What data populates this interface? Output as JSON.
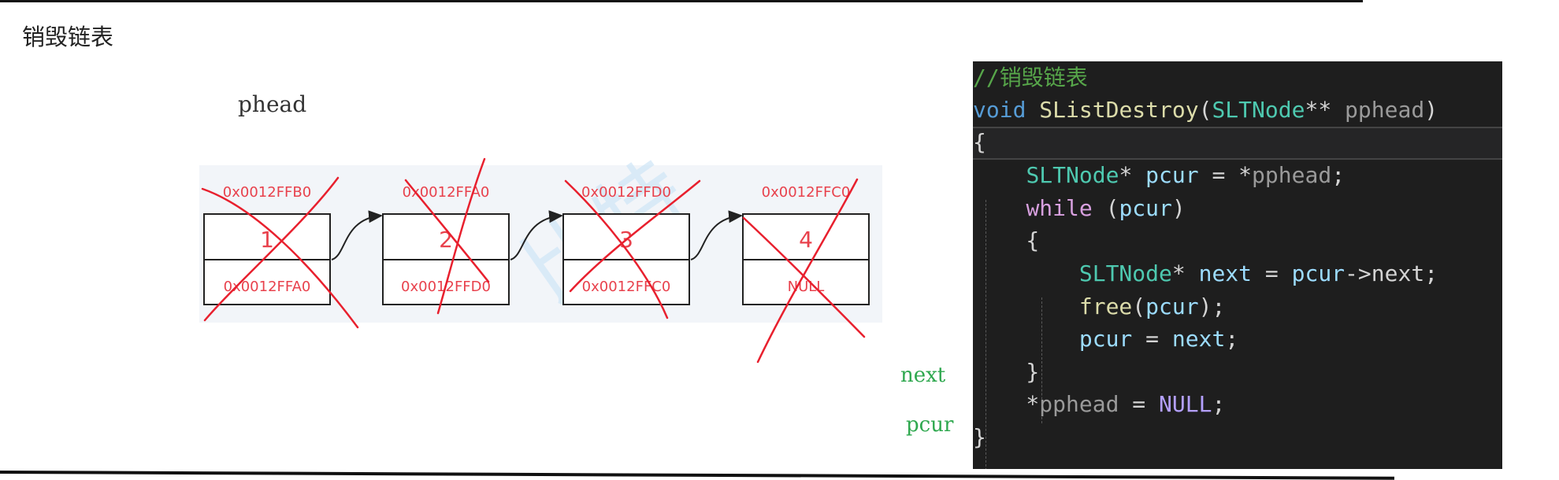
{
  "page": {
    "title": "销毁链表",
    "head_label": "phead",
    "next_label": "next",
    "pcur_label": "pcur"
  },
  "diagram": {
    "watermark": "比特",
    "nodes": [
      {
        "address": "0x0012FFB0",
        "value": "1",
        "next": "0x0012FFA0"
      },
      {
        "address": "0x0012FFA0",
        "value": "2",
        "next": "0x0012FFD0"
      },
      {
        "address": "0x0012FFD0",
        "value": "3",
        "next": "0x0012FFC0"
      },
      {
        "address": "0x0012FFC0",
        "value": "4",
        "next": "NULL"
      }
    ]
  },
  "code": {
    "lines": [
      [
        {
          "t": "//销毁链表",
          "c": "comment"
        }
      ],
      [
        {
          "t": "void",
          "c": "key"
        },
        {
          "t": " ",
          "c": "op"
        },
        {
          "t": "SListDestroy",
          "c": "fn"
        },
        {
          "t": "(",
          "c": "op"
        },
        {
          "t": "SLTNode",
          "c": "type"
        },
        {
          "t": "** ",
          "c": "op"
        },
        {
          "t": "pphead",
          "c": "param"
        },
        {
          "t": ")",
          "c": "op"
        }
      ],
      [
        {
          "t": "{",
          "c": "op"
        }
      ],
      [
        {
          "t": "    ",
          "c": "op"
        },
        {
          "t": "SLTNode",
          "c": "type"
        },
        {
          "t": "* ",
          "c": "op"
        },
        {
          "t": "pcur",
          "c": "var"
        },
        {
          "t": " = *",
          "c": "op"
        },
        {
          "t": "pphead",
          "c": "param"
        },
        {
          "t": ";",
          "c": "op"
        }
      ],
      [
        {
          "t": "    ",
          "c": "op"
        },
        {
          "t": "while",
          "c": "ctrl"
        },
        {
          "t": " (",
          "c": "op"
        },
        {
          "t": "pcur",
          "c": "var"
        },
        {
          "t": ")",
          "c": "op"
        }
      ],
      [
        {
          "t": "    {",
          "c": "op"
        }
      ],
      [
        {
          "t": "        ",
          "c": "op"
        },
        {
          "t": "SLTNode",
          "c": "type"
        },
        {
          "t": "* ",
          "c": "op"
        },
        {
          "t": "next",
          "c": "var"
        },
        {
          "t": " = ",
          "c": "op"
        },
        {
          "t": "pcur",
          "c": "var"
        },
        {
          "t": "->next;",
          "c": "op"
        }
      ],
      [
        {
          "t": "        ",
          "c": "op"
        },
        {
          "t": "free",
          "c": "fn"
        },
        {
          "t": "(",
          "c": "op"
        },
        {
          "t": "pcur",
          "c": "var"
        },
        {
          "t": ");",
          "c": "op"
        }
      ],
      [
        {
          "t": "        ",
          "c": "op"
        },
        {
          "t": "pcur",
          "c": "var"
        },
        {
          "t": " = ",
          "c": "op"
        },
        {
          "t": "next",
          "c": "var"
        },
        {
          "t": ";",
          "c": "op"
        }
      ],
      [
        {
          "t": "    }",
          "c": "op"
        }
      ],
      [
        {
          "t": "    *",
          "c": "op"
        },
        {
          "t": "pphead",
          "c": "param"
        },
        {
          "t": " = ",
          "c": "op"
        },
        {
          "t": "NULL",
          "c": "null"
        },
        {
          "t": ";",
          "c": "op"
        }
      ],
      [
        {
          "t": "}",
          "c": "op"
        }
      ]
    ]
  },
  "colors": {
    "annotation": "#e8202e",
    "node_text": "#e8414c",
    "green_label": "#2fa84f"
  }
}
